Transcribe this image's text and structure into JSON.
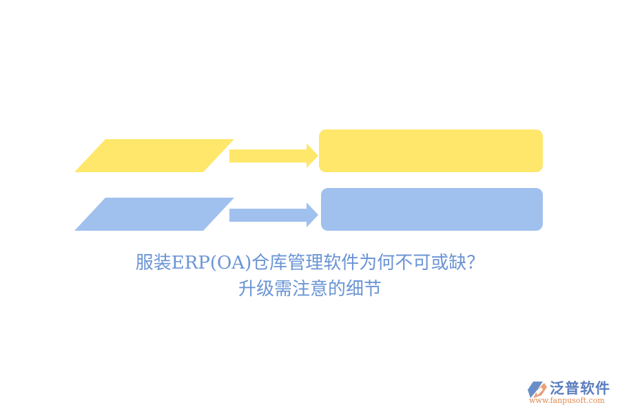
{
  "colors": {
    "yellow": "#fee76a",
    "blue": "#a0c0ee",
    "title_text": "#6a94d4",
    "logo_text": "#5a7dbe",
    "logo_url": "#e0894f",
    "logo_icon_blue": "#6a8fc8",
    "logo_icon_orange": "#e8a07a"
  },
  "diagram": {
    "rows": [
      {
        "name": "yellow-row",
        "color_key": "yellow",
        "label": ""
      },
      {
        "name": "blue-row",
        "color_key": "blue",
        "label": ""
      }
    ]
  },
  "title": {
    "line1": "服装ERP(OA)仓库管理软件为何不可或缺？",
    "line2": "升级需注意的细节"
  },
  "logo": {
    "brand": "泛普软件",
    "url": "www.fanpusoft.com",
    "icon": "fanpu-logo-icon"
  }
}
